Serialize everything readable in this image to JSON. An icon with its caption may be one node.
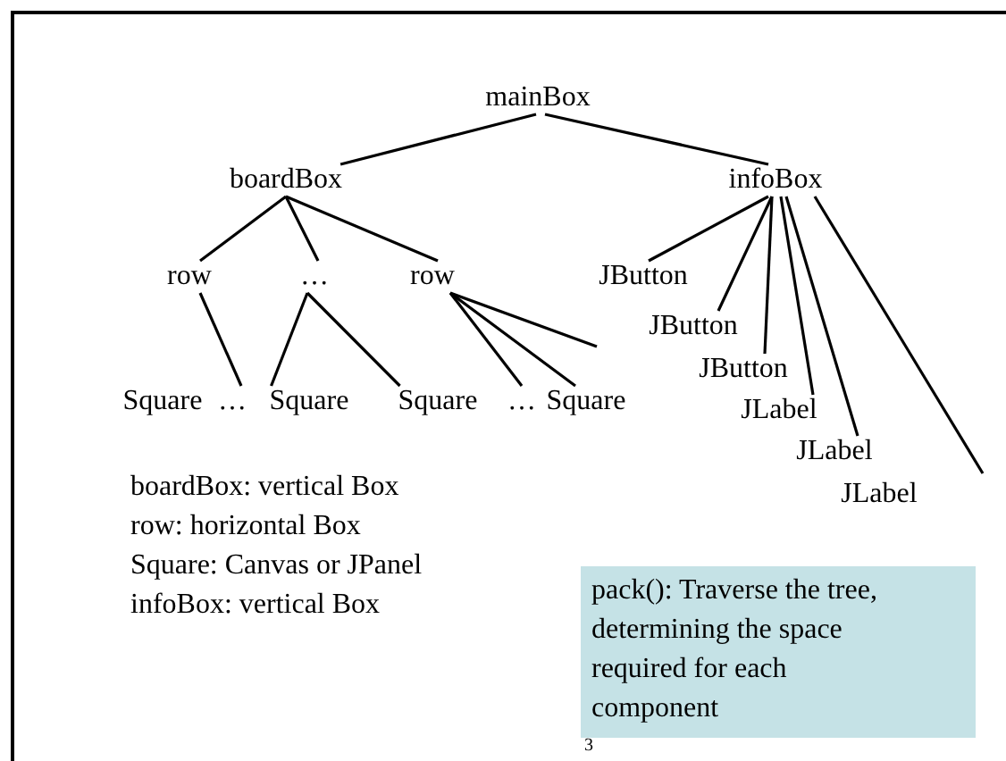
{
  "diagram": {
    "nodes": [
      {
        "text": [
          "mainBox"
        ]
      },
      {
        "text": [
          "boardBox"
        ]
      },
      {
        "text": [
          "infoBox"
        ]
      },
      {
        "text": [
          "row"
        ]
      },
      {
        "text": [
          "…"
        ]
      },
      {
        "text": [
          "row"
        ]
      },
      {
        "text": [
          "Square"
        ]
      },
      {
        "text": [
          "…"
        ]
      },
      {
        "text": [
          "Square"
        ]
      },
      {
        "text": [
          "Square"
        ]
      },
      {
        "text": [
          "…"
        ]
      },
      {
        "text": [
          "Square"
        ]
      },
      {
        "text": [
          "JButton"
        ]
      },
      {
        "text": [
          "JButton"
        ]
      },
      {
        "text": [
          "JButton"
        ]
      },
      {
        "text": [
          "JLabel"
        ]
      },
      {
        "text": [
          "JLabel"
        ]
      },
      {
        "text": [
          "JLabel"
        ]
      },
      {
        "text": [
          "pack(): Traverse the tree, determining the space required for each component"
        ]
      }
    ],
    "edges": [
      {
        "from": 0,
        "to": 1,
        "arrow": "none"
      },
      {
        "from": 0,
        "to": 2,
        "arrow": "none"
      },
      {
        "from": 1,
        "to": 3,
        "arrow": "none"
      },
      {
        "from": 1,
        "to": 4,
        "arrow": "none"
      },
      {
        "from": 1,
        "to": 5,
        "arrow": "none"
      },
      {
        "from": 3,
        "to": 7,
        "arrow": "none"
      },
      {
        "from": 4,
        "to": 8,
        "arrow": "none"
      },
      {
        "from": 4,
        "to": 9,
        "arrow": "none"
      },
      {
        "from": 5,
        "to": 10,
        "arrow": "none"
      },
      {
        "from": 5,
        "to": 11,
        "arrow": "none"
      },
      {
        "from": 5,
        "to": null,
        "arrow": "none"
      },
      {
        "from": 2,
        "to": 12,
        "arrow": "none"
      },
      {
        "from": 2,
        "to": 13,
        "arrow": "none"
      },
      {
        "from": 2,
        "to": 14,
        "arrow": "none"
      },
      {
        "from": 2,
        "to": 15,
        "arrow": "none"
      },
      {
        "from": 2,
        "to": 16,
        "arrow": "none"
      },
      {
        "from": 2,
        "to": null,
        "arrow": "none"
      }
    ],
    "labels": [
      "boardBox: vertical Box",
      "row: horizontal Box",
      "Square: Canvas or JPanel",
      "infoBox: vertical Box",
      "3"
    ]
  }
}
